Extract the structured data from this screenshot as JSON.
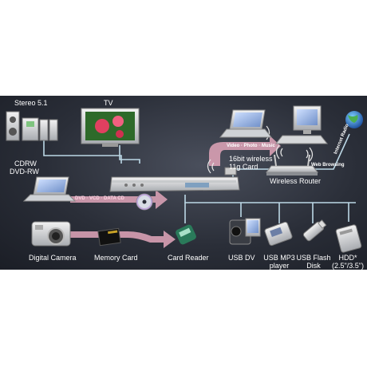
{
  "labels": {
    "stereo": "Stereo 5.1",
    "tv": "TV",
    "cdrw": "CDRW",
    "dvdrw": "DVD-RW",
    "wireless_l1": "16bit wireless",
    "wireless_l2": "11g Card",
    "router": "Wireless Router",
    "camera": "Digital Camera",
    "memory_card": "Memory Card",
    "card_reader": "Card Reader",
    "usb_dv": "USB DV",
    "usb_mp3_l1": "USB MP3",
    "usb_mp3_l2": "player",
    "usb_flash_l1": "USB Flash",
    "usb_flash_l2": "Disk",
    "hdd_l1": "HDD*",
    "hdd_l2": "(2.5\"/3.5\")"
  },
  "tags": {
    "media": "Video · Photo · Music",
    "web": "Web Browsing",
    "radio": "Internet Radio",
    "disc": "DVD · VCD · DATA CD"
  },
  "colors": {
    "panel": "#2a2e38",
    "line": "#bcd8e6",
    "arrow": "#d8a0b4",
    "text": "#ffffff"
  }
}
